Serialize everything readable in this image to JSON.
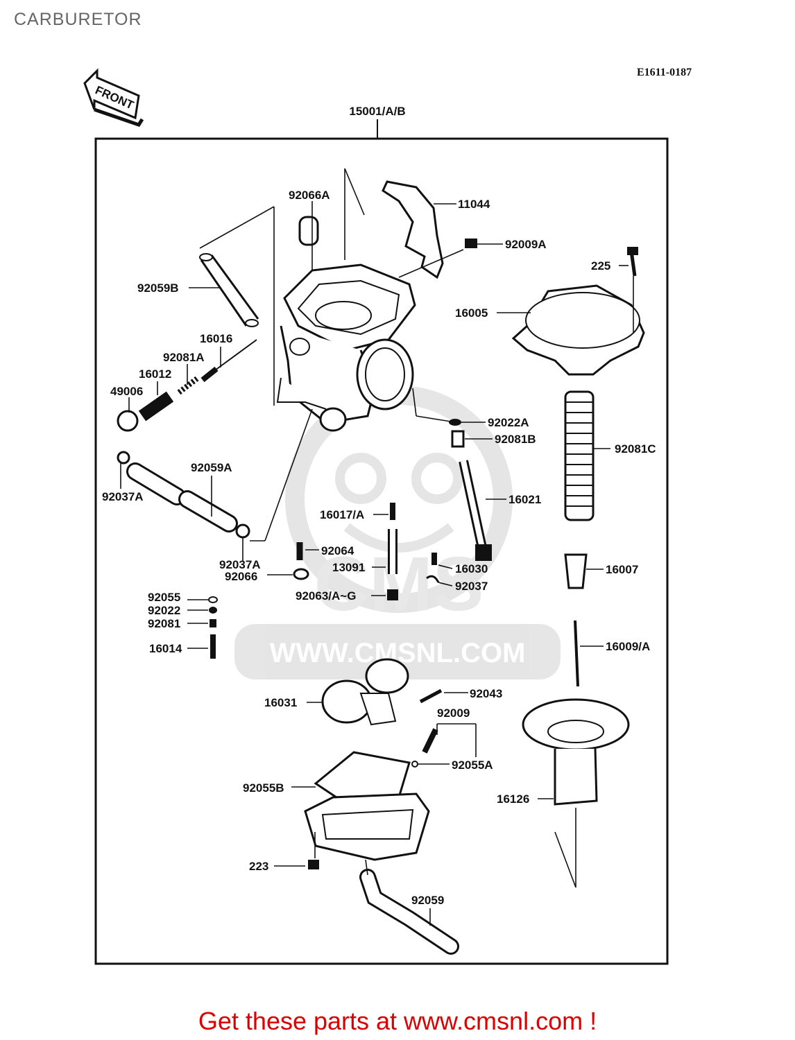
{
  "page": {
    "title": "CARBURETOR",
    "drawing_code": "E1611-0187",
    "front_label": "FRONT",
    "assembly_label": "15001/A/B",
    "footer": "Get these parts at www.cmsnl.com !"
  },
  "watermark": {
    "brand": "CMS",
    "url": "WWW.CMSNL.COM"
  },
  "parts": {
    "p92066A": "92066A",
    "p11044": "11044",
    "p92009A": "92009A",
    "p225": "225",
    "p92059B": "92059B",
    "p16005": "16005",
    "p16016": "16016",
    "p92081A": "92081A",
    "p16012": "16012",
    "p49006": "49006",
    "p92022A": "92022A",
    "p92081B": "92081B",
    "p92081C": "92081C",
    "p92059A": "92059A",
    "p92037A_1": "92037A",
    "p16021": "16021",
    "p16017A": "16017/A",
    "p92064": "92064",
    "p92037A_2": "92037A",
    "p92066": "92066",
    "p13091": "13091",
    "p16030": "16030",
    "p16007": "16007",
    "p92037": "92037",
    "p92055": "92055",
    "p92063AG": "92063/A~G",
    "p92022": "92022",
    "p92081": "92081",
    "p16014": "16014",
    "p16009A": "16009/A",
    "p92043": "92043",
    "p16031": "16031",
    "p92009": "92009",
    "p92055A": "92055A",
    "p92055B": "92055B",
    "p16126": "16126",
    "p223": "223",
    "p92059": "92059"
  }
}
